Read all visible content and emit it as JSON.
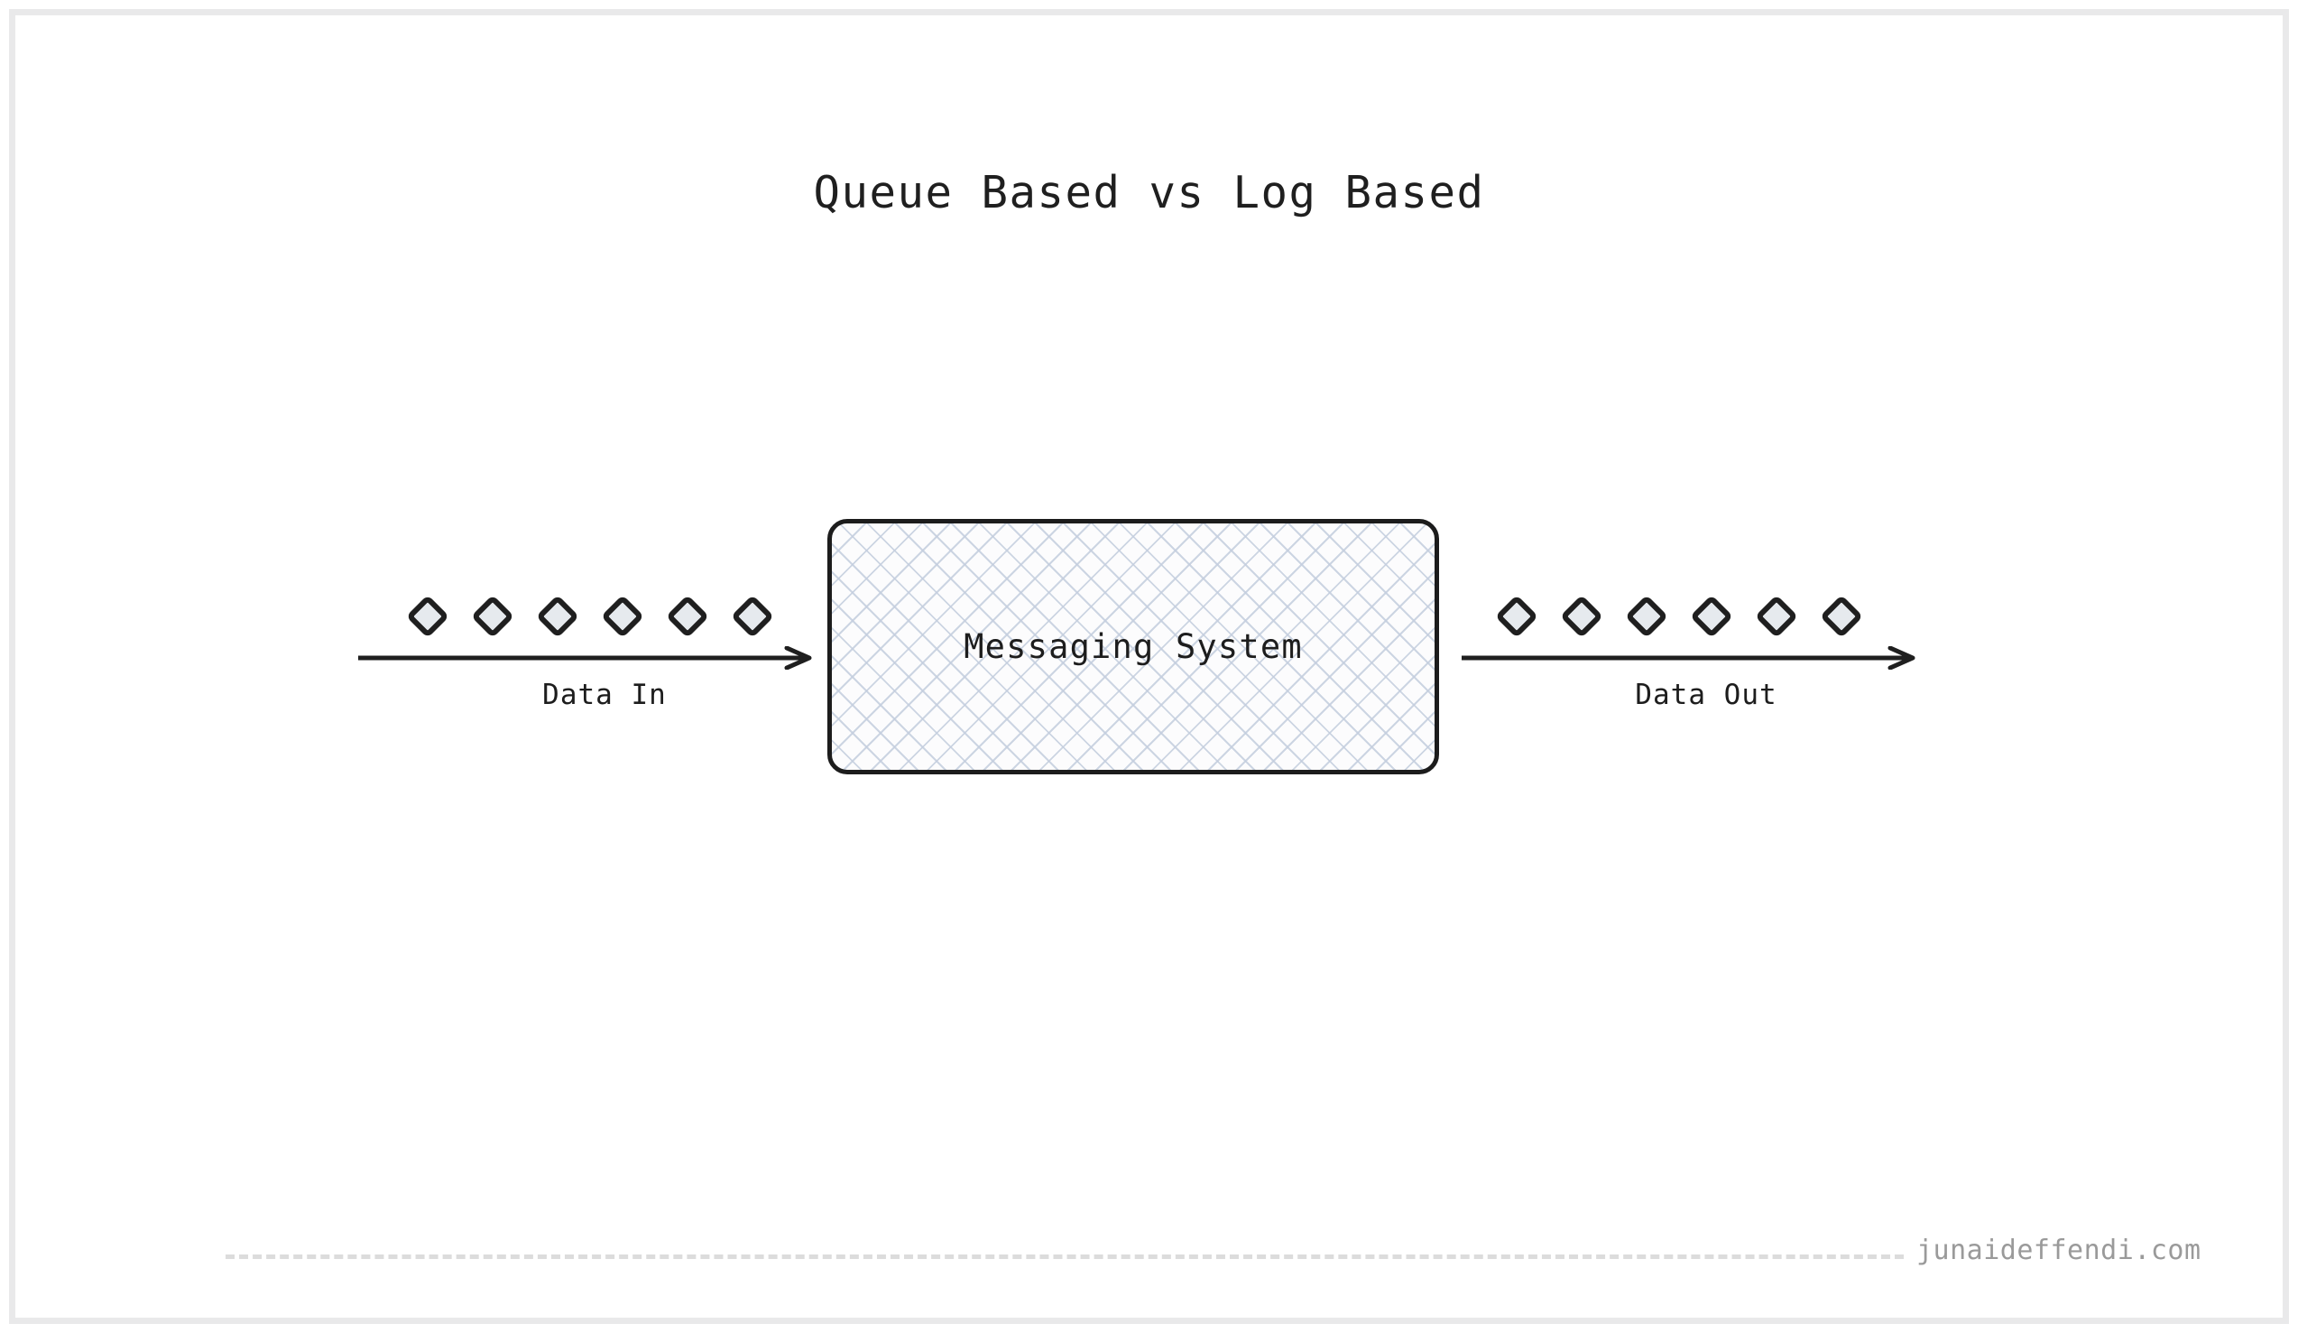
{
  "diagram": {
    "title": "Queue Based vs Log Based",
    "node": {
      "label": "Messaging System",
      "shape": "rounded-rectangle",
      "fill_pattern": "cross-hatch",
      "pattern_color": "#c4cede",
      "border_color": "#1c1c1c",
      "background_color": "#fcfcfd"
    },
    "flows": [
      {
        "id": "data-in",
        "label": "Data In",
        "direction": "right",
        "item_count": 6,
        "item_shape": "diamond",
        "item_fill": "#e6eaee",
        "item_border": "#1f1f1f",
        "arrow_color": "#1f1f1f"
      },
      {
        "id": "data-out",
        "label": "Data Out",
        "direction": "right",
        "item_count": 6,
        "item_shape": "diamond",
        "item_fill": "#e6eaee",
        "item_border": "#1f1f1f",
        "arrow_color": "#1f1f1f"
      }
    ]
  },
  "footer": {
    "site": "junaideffendi.com",
    "rule_style": "dashed",
    "rule_color": "#dcdcdc",
    "text_color": "#9a9a9a"
  },
  "canvas": {
    "background_color": "#ffffff",
    "frame_color": "#e9e9ea",
    "title_color": "#1f1f1f"
  }
}
